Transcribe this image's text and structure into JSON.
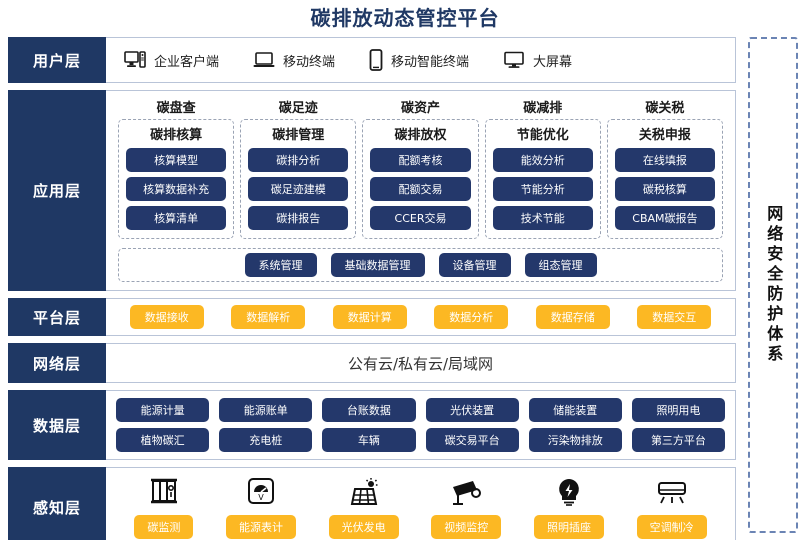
{
  "title": "碳排放动态管控平台",
  "colors": {
    "navy": "#1f3864",
    "chip_navy": "#24386b",
    "amber": "#fcb823",
    "border": "#b9c4d8",
    "dashed": "#9aa3b4"
  },
  "security_panel": {
    "label": "网络安全防护体系"
  },
  "layers": {
    "user": {
      "label": "用户层",
      "items": [
        {
          "icon": "desktop-tower-icon",
          "label": "企业客户端"
        },
        {
          "icon": "laptop-icon",
          "label": "移动终端"
        },
        {
          "icon": "smartphone-icon",
          "label": "移动智能终端"
        },
        {
          "icon": "monitor-icon",
          "label": "大屏幕"
        }
      ]
    },
    "application": {
      "label": "应用层",
      "groups": [
        {
          "title": "碳盘查",
          "subtitle": "碳排核算",
          "items": [
            "核算模型",
            "核算数据补充",
            "核算清单"
          ]
        },
        {
          "title": "碳足迹",
          "subtitle": "碳排管理",
          "items": [
            "碳排分析",
            "碳足迹建模",
            "碳排报告"
          ]
        },
        {
          "title": "碳资产",
          "subtitle": "碳排放权",
          "items": [
            "配额考核",
            "配额交易",
            "CCER交易"
          ]
        },
        {
          "title": "碳减排",
          "subtitle": "节能优化",
          "items": [
            "能效分析",
            "节能分析",
            "技术节能"
          ]
        },
        {
          "title": "碳关税",
          "subtitle": "关税申报",
          "items": [
            "在线填报",
            "碳税核算",
            "CBAM碳报告"
          ]
        }
      ],
      "management": [
        "系统管理",
        "基础数据管理",
        "设备管理",
        "组态管理"
      ]
    },
    "platform": {
      "label": "平台层",
      "items": [
        "数据接收",
        "数据解析",
        "数据计算",
        "数据分析",
        "数据存储",
        "数据交互"
      ]
    },
    "network": {
      "label": "网络层",
      "text": "公有云/私有云/局域网"
    },
    "data": {
      "label": "数据层",
      "row1": [
        "能源计量",
        "能源账单",
        "台账数据",
        "光伏装置",
        "储能装置",
        "照明用电"
      ],
      "row2": [
        "植物碳汇",
        "充电桩",
        "车辆",
        "碳交易平台",
        "污染物排放",
        "第三方平台"
      ]
    },
    "sense": {
      "label": "感知层",
      "items": [
        {
          "icon": "carbon-monitor-icon",
          "label": "碳监测"
        },
        {
          "icon": "energy-meter-icon",
          "label": "能源表计"
        },
        {
          "icon": "solar-panel-icon",
          "label": "光伏发电"
        },
        {
          "icon": "cctv-camera-icon",
          "label": "视频监控"
        },
        {
          "icon": "light-bulb-icon",
          "label": "照明插座"
        },
        {
          "icon": "air-conditioner-icon",
          "label": "空调制冷"
        }
      ]
    }
  }
}
